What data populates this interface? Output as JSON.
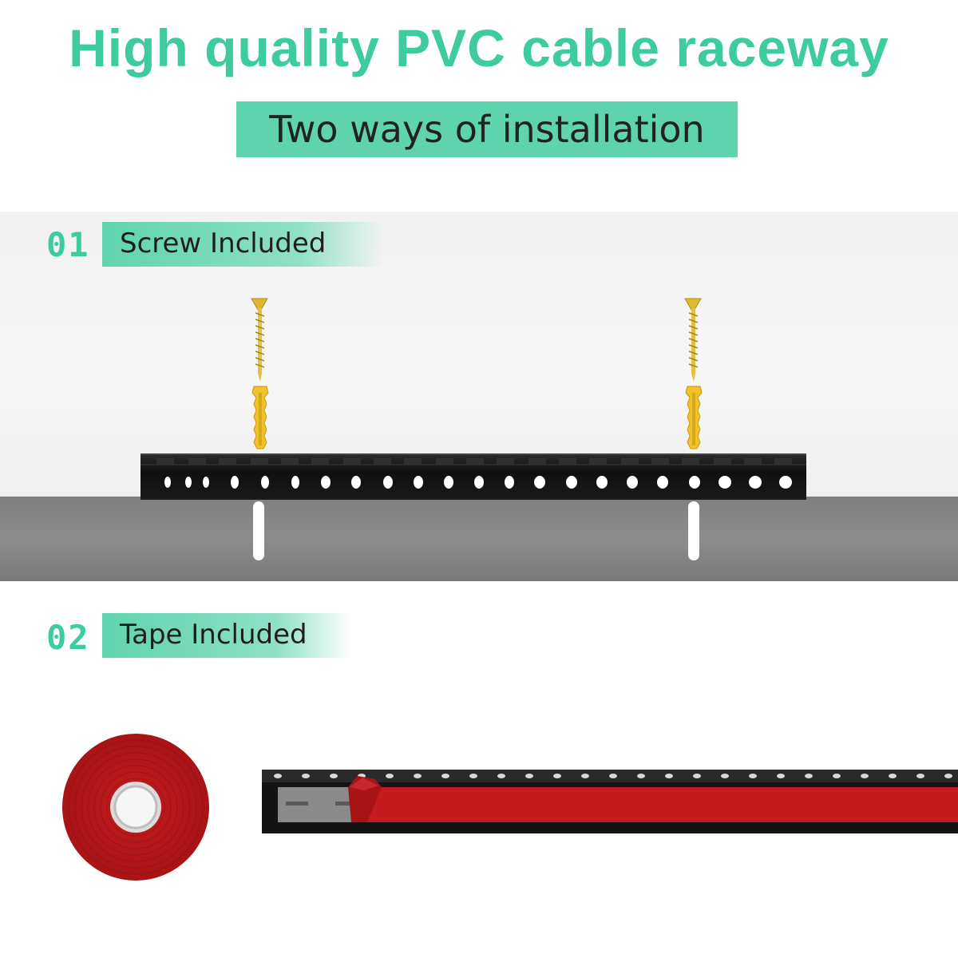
{
  "header": {
    "title": "High quality PVC cable raceway",
    "subtitle": "Two ways of installation"
  },
  "steps": [
    {
      "number": "01",
      "label": "Screw Included"
    },
    {
      "number": "02",
      "label": "Tape Included"
    }
  ],
  "colors": {
    "accent": "#3ecba0",
    "tag_bg": "#5fd3ae",
    "raceway": "#111111",
    "tape": "#c0181a",
    "wall": "#858585",
    "screw": "#e8c23a"
  }
}
